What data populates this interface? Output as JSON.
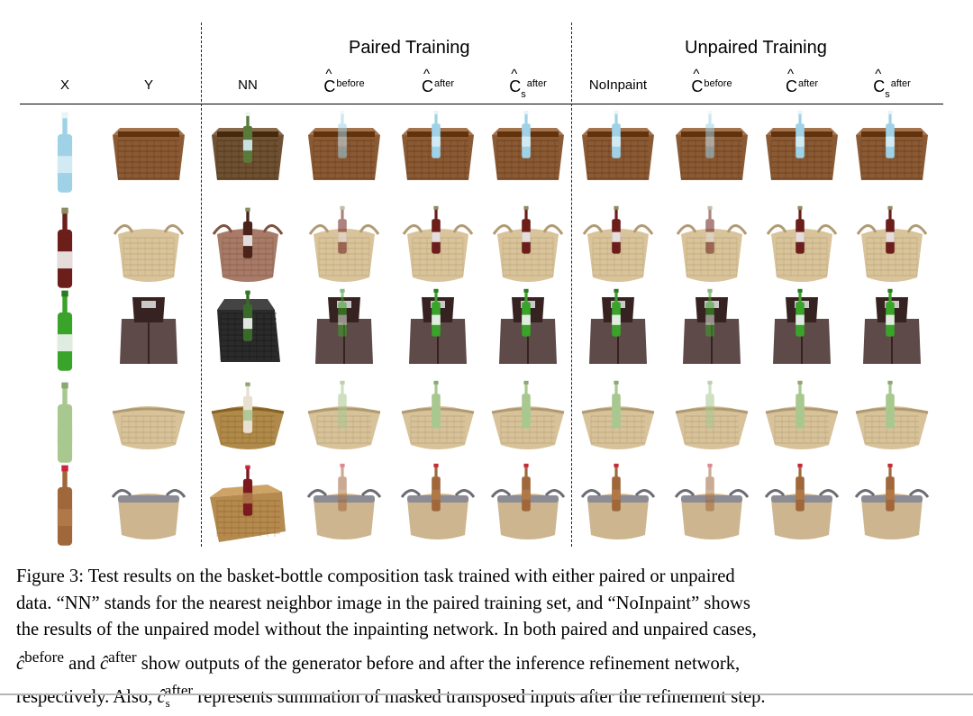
{
  "figure": {
    "groups": {
      "paired": "Paired Training",
      "unpaired": "Unpaired Training"
    },
    "columns": [
      {
        "base": "X"
      },
      {
        "base": "Y"
      },
      {
        "base": "NN"
      },
      {
        "base": "C",
        "sup": "before"
      },
      {
        "base": "C",
        "sup": "after"
      },
      {
        "base": "C",
        "sub": "s",
        "sup": "after"
      },
      {
        "base": "NoInpaint"
      },
      {
        "base": "C",
        "sup": "before"
      },
      {
        "base": "C",
        "sup": "after"
      },
      {
        "base": "C",
        "sub": "s",
        "sup": "after"
      }
    ],
    "rows": [
      {
        "bottle": "#9fd2e6",
        "cap": "#e8f4f8",
        "label": "#d6ecf4",
        "basket": "box",
        "basket_color": "#8a5a35",
        "nn_basket": "box",
        "nn_color": "#6e5032",
        "nn_bottle": "#5a7a3a"
      },
      {
        "bottle": "#6b1e1a",
        "cap": "#8c8c60",
        "label": "#f2f2f2",
        "basket": "round",
        "basket_color": "#d9c39a",
        "nn_basket": "round",
        "nn_color": "#a87a68",
        "nn_bottle": "#4a2418"
      },
      {
        "bottle": "#3aa32a",
        "cap": "#2a7a20",
        "label": "#f4f4f4",
        "basket": "carrier",
        "basket_color": "#5e4a48",
        "nn_basket": "cube",
        "nn_color": "#2b2b2b",
        "nn_bottle": "#3a6a2a"
      },
      {
        "bottle": "#a8c890",
        "cap": "#8aa870",
        "label": "#a8c890",
        "basket": "tray",
        "basket_color": "#d8c29a",
        "nn_basket": "tray",
        "nn_color": "#b08a4a",
        "nn_bottle": "#e8e0d0"
      },
      {
        "bottle": "#a0673a",
        "cap": "#c8283a",
        "label": "#b07a48",
        "basket": "fabric",
        "basket_color": "#cdb590",
        "nn_basket": "wire",
        "nn_color": "#b58a4e",
        "nn_bottle": "#7a1a20"
      }
    ]
  },
  "caption": {
    "line1": "Figure 3: Test results on the basket-bottle composition task trained with either paired or unpaired",
    "line2": "data. “NN” stands for the nearest neighbor image in the paired training set, and “NoInpaint” shows",
    "line3": "the results of the unpaired model without the inpainting network. In both paired and unpaired cases,",
    "line4_a": "ĉ",
    "line4_b": "before",
    "line4_c": " and ",
    "line4_d": "ĉ",
    "line4_e": "after",
    "line4_f": " show outputs of the generator before and after the inference refinement network,",
    "line5_a": "respectively. Also, ",
    "line5_b": "ĉ",
    "line5_c": "s",
    "line5_d": "after",
    "line5_e": " represents summation of masked transposed inputs after the refinement step."
  }
}
